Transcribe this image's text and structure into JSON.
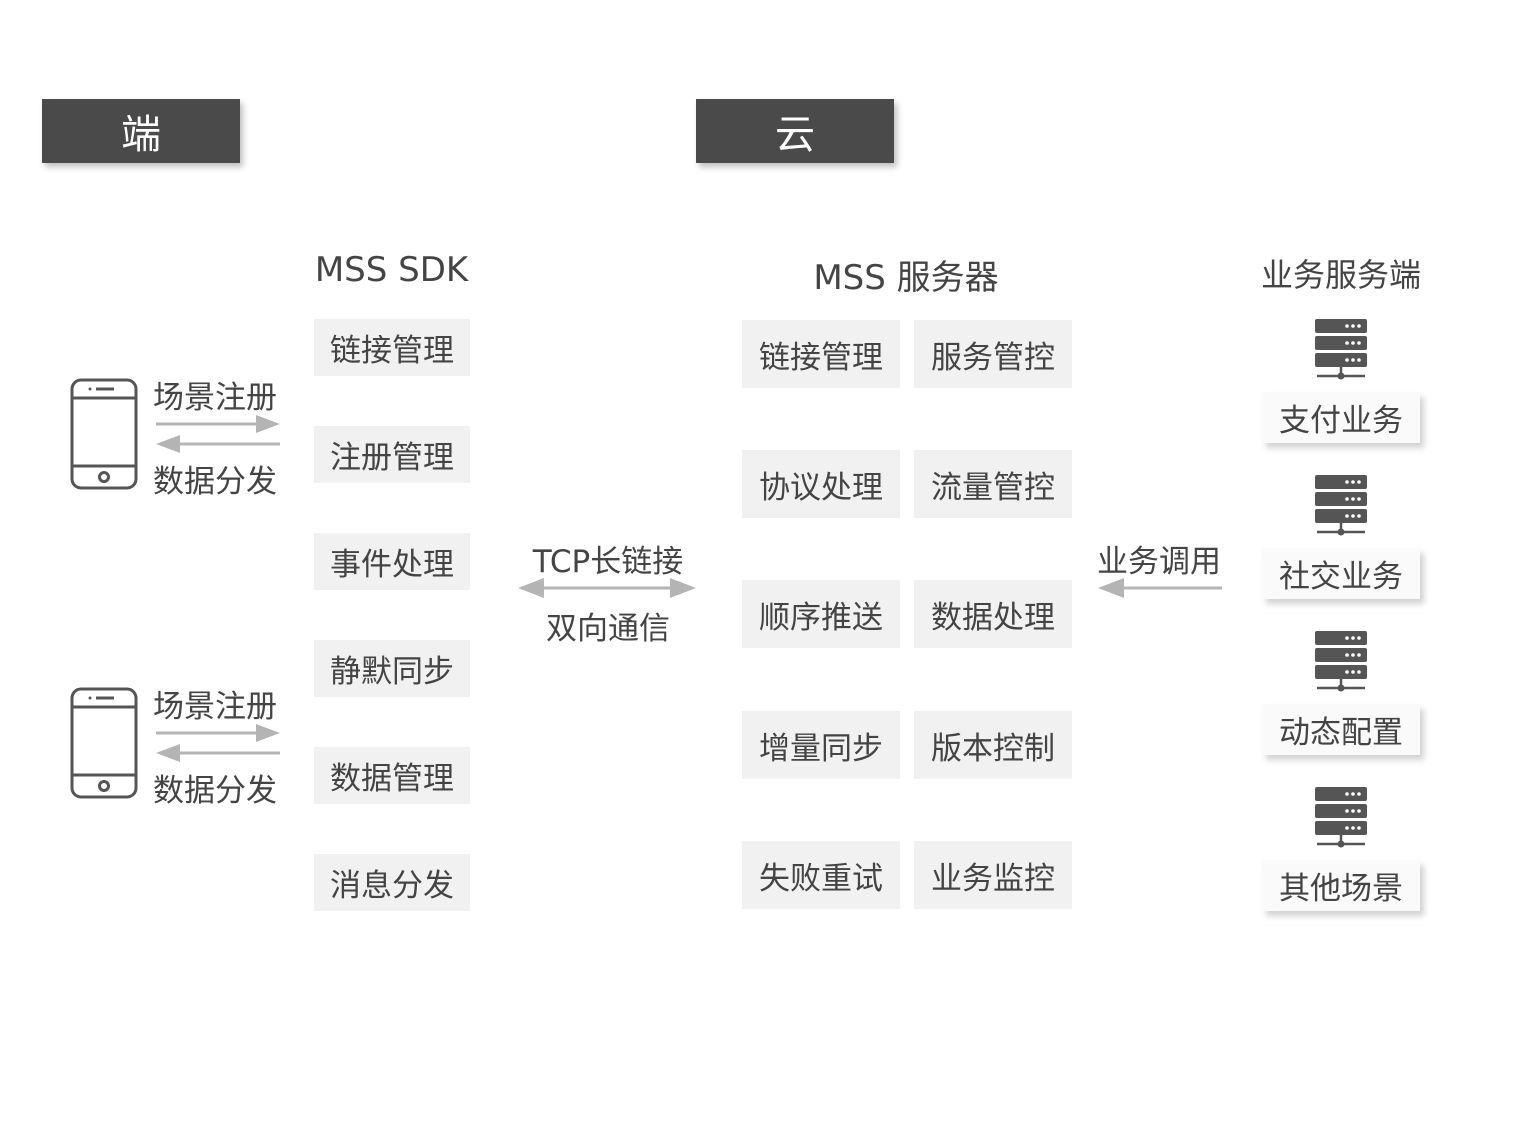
{
  "device_section": {
    "tab_label": "端",
    "sdk_title": "MSS SDK",
    "sdk_items": [
      "链接管理",
      "注册管理",
      "事件处理",
      "静默同步",
      "数据管理",
      "消息分发"
    ],
    "devices": [
      {
        "top_label": "场景注册",
        "bottom_label": "数据分发"
      },
      {
        "top_label": "场景注册",
        "bottom_label": "数据分发"
      }
    ]
  },
  "connection": {
    "top_label": "TCP长链接",
    "bottom_label": "双向通信"
  },
  "cloud_section": {
    "tab_label": "云",
    "server_title": "MSS 服务器",
    "server_items": [
      [
        "链接管理",
        "服务管控"
      ],
      [
        "协议处理",
        "流量管控"
      ],
      [
        "顺序推送",
        "数据处理"
      ],
      [
        "增量同步",
        "版本控制"
      ],
      [
        "失败重试",
        "业务监控"
      ]
    ],
    "call_label": "业务调用",
    "biz_title": "业务服务端",
    "biz_items": [
      "支付业务",
      "社交业务",
      "动态配置",
      "其他场景"
    ]
  },
  "colors": {
    "tab_bg": "#4a4a4a",
    "cell_bg": "#f1f1f1",
    "arrow": "#b4b4b4",
    "icon": "#555555"
  }
}
